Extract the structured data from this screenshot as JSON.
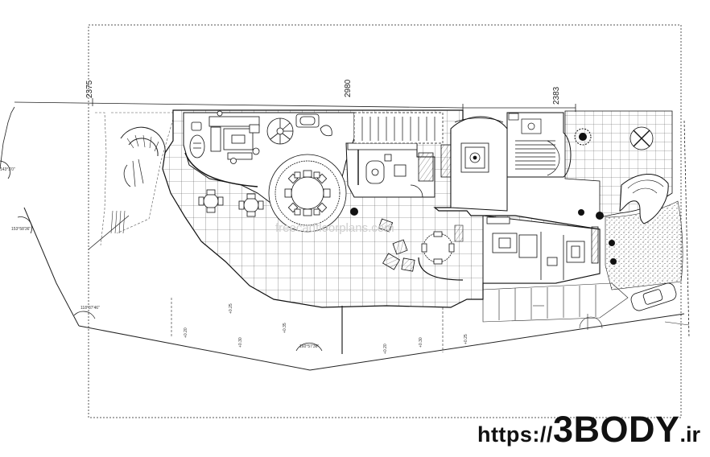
{
  "dimensions": {
    "left_vertical": "2375",
    "top_main": "2980",
    "top_right": "2383"
  },
  "angles": {
    "a1": "143°3'0\"",
    "a2": "153°58'36\"",
    "a3": "118°37'46\"",
    "a4": "160°57'36\""
  },
  "levels": [
    "+0.20",
    "+0.25",
    "+0.30",
    "+0.35",
    "+0.20",
    "+0.30",
    "+0.25"
  ],
  "watermark": "freecadfloorplans.com",
  "brand": {
    "prefix": "https://",
    "name": "3BODY",
    "suffix": ".ir"
  }
}
